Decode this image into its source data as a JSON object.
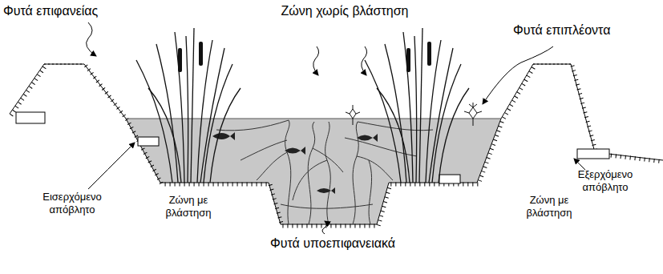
{
  "diagram": {
    "labels": [
      "Φυτά επιφανείας",
      "Ζώνη χωρίς βλάστηση",
      "Φυτά επιπλέοντα",
      "Εισερχόμενο απόβλητο",
      "Ζώνη με βλάστηση",
      "Ζώνη με βλάστηση",
      "Εξερχόμενο απόβλητο",
      "Φυτά υποεπιφανειακά"
    ]
  }
}
